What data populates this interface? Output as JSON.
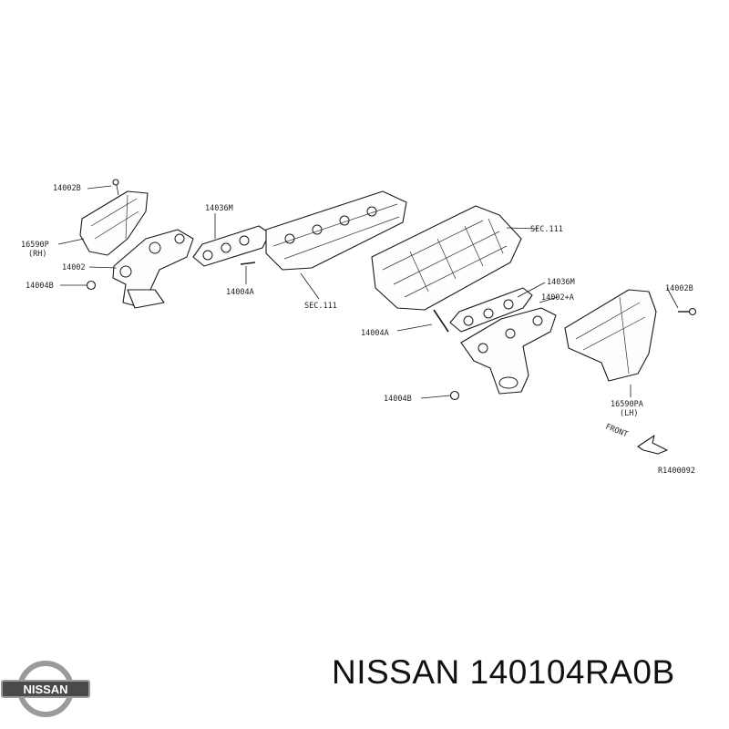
{
  "labels": {
    "bolt_rh": "14002B",
    "heat_shield_rh": "16590P",
    "rh": "(RH)",
    "manifold_rh": "14002",
    "nut_rh": "14004B",
    "gasket_rh": "14036M",
    "stud_rh": "14004A",
    "sec_rh": "SEC.111",
    "sec_lh": "SEC.111",
    "gasket_lh": "14036M",
    "manifold_lh": "14002+A",
    "stud_lh": "14004A",
    "bolt_lh": "14002B",
    "nut_lh": "14004B",
    "heat_shield_lh": "16590PA",
    "lh": "(LH)",
    "front": "FRONT",
    "drawing_code": "R1400092"
  },
  "caption": "NISSAN 140104RA0B",
  "logo_text": "NISSAN",
  "colors": {
    "ink": "#1a1a1a",
    "logo_silver": "#9a9a9a",
    "logo_band": "#4a4a4a"
  }
}
